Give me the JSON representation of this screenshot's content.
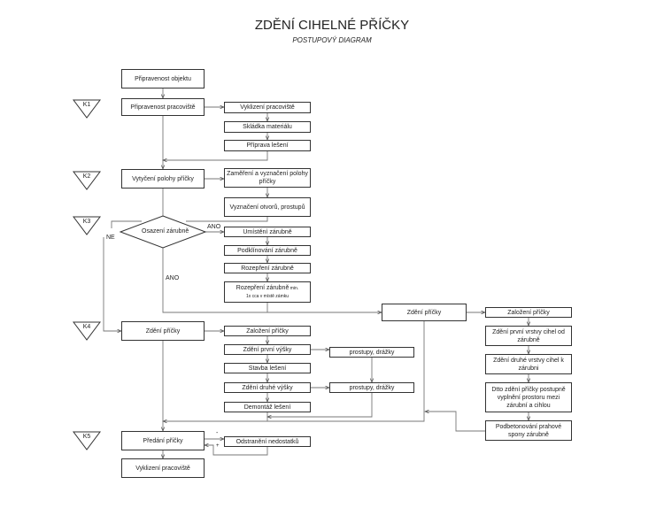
{
  "title": "ZDĚNÍ CIHELNÉ PŘÍČKY",
  "subtitle": "POSTUPOVÝ DIAGRAM",
  "checkpoints": [
    "K1",
    "K2",
    "K3",
    "K4",
    "K5"
  ],
  "main": {
    "pripravenost_objektu": "Připravenost objektu",
    "pripravenost_pracoviste": "Připravenost pracoviště",
    "vytyceni": "Vytyčení polohy příčky",
    "osazeni": "Osazení zárubně",
    "zdeni_pricky": "Zdění příčky",
    "predani": "Předání příčky",
    "vyklizeni_final": "Vyklizení pracoviště"
  },
  "k1_branch": [
    "Vyklizení pracoviště",
    "Skládka materiálu",
    "Příprava lešení"
  ],
  "k2_branch": [
    "Zaměření a vyznačení polohy příčky",
    "Vyznačení otvorů, prostupů"
  ],
  "k3_branch": [
    "Umístění zárubně",
    "Podklínování zárubně",
    "Rozepření zárubně"
  ],
  "k3_last": {
    "main": "Rozepření zárubně",
    "note1": " min.",
    "note2": "1x cca v místě zámku"
  },
  "right_branch": {
    "head": "Zdění příčky",
    "items": [
      "Založení příčky",
      "Zdění první vrstvy cihel od zárubně",
      "Zdění druhé vrstvy cihel k zárubni",
      "Dtto zdění příčky postupně vyplnění prostoru mezi zárubní a cihlou",
      "Podbetonování prahové spony zárubně"
    ]
  },
  "k4_branch": [
    "Založení příčky",
    "Zdění první výšky",
    "Stavba lešení",
    "Zdění druhé výšky",
    "Demontáž lešení"
  ],
  "prostupy": [
    "prostupy, drážky",
    "prostupy, drážky"
  ],
  "k5_branch": "Odstranění nedostatků",
  "labels": {
    "ano1": "ANO",
    "ano2": "ANO",
    "ne": "NE",
    "minus": "-",
    "plus": "+"
  }
}
